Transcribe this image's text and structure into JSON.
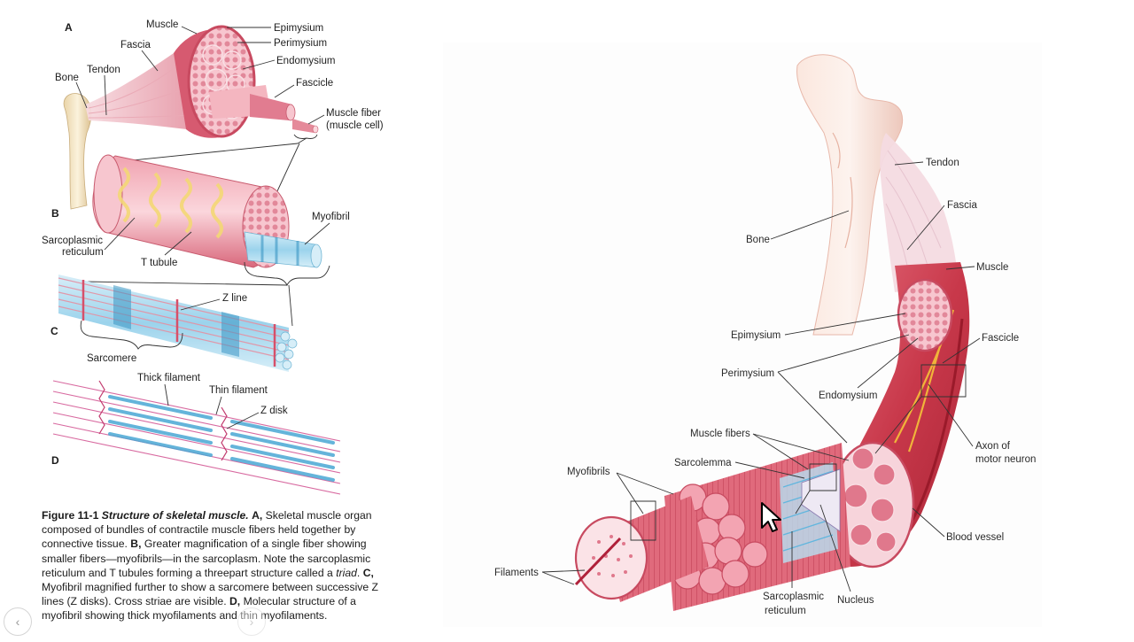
{
  "left_figure": {
    "panels": {
      "a": "A",
      "b": "B",
      "c": "C",
      "d": "D"
    },
    "labels": {
      "muscle": "Muscle",
      "epimysium": "Epimysium",
      "perimysium": "Perimysium",
      "endomysium": "Endomysium",
      "fascia": "Fascia",
      "tendon": "Tendon",
      "bone": "Bone",
      "fascicle": "Fascicle",
      "muscle_fiber_1": "Muscle fiber",
      "muscle_fiber_2": "(muscle cell)",
      "myofibril": "Myofibril",
      "sr_1": "Sarcoplasmic",
      "sr_2": "reticulum",
      "t_tubule": "T tubule",
      "z_line": "Z line",
      "sarcomere": "Sarcomere",
      "thick_filament": "Thick filament",
      "thin_filament": "Thin filament",
      "z_disk": "Z disk"
    },
    "caption": {
      "figure_no": "Figure 11-1",
      "title": "Structure of skeletal muscle.",
      "a_letter": "A,",
      "a_text": "Skeletal muscle organ composed of bundles of contractile muscle fibers held together by connective tissue.",
      "b_letter": "B,",
      "b_text_1": "Greater magnification of a single fiber showing smaller fibers—myofibrils—in the sarcoplasm. Note the sarcoplasmic reticulum and T tubules forming a threepart structure called a",
      "b_term": "triad",
      "b_text_2": ".",
      "c_letter": "C,",
      "c_text": "Myofibril magnified further to show a sarcomere between successive Z lines (Z disks). Cross striae are visible.",
      "d_letter": "D,",
      "d_text": "Molecular structure of a myofibril showing thick myofilaments and thin myofilaments."
    }
  },
  "right_figure": {
    "labels": {
      "tendon": "Tendon",
      "fascia": "Fascia",
      "bone": "Bone",
      "muscle": "Muscle",
      "epimysium": "Epimysium",
      "fascicle": "Fascicle",
      "perimysium": "Perimysium",
      "endomysium": "Endomysium",
      "muscle_fibers": "Muscle fibers",
      "axon_1": "Axon of",
      "axon_2": "motor neuron",
      "sarcolemma": "Sarcolemma",
      "myofibrils": "Myofibrils",
      "blood_vessel": "Blood vessel",
      "filaments": "Filaments",
      "sr_1": "Sarcoplasmic",
      "sr_2": "reticulum",
      "nucleus": "Nucleus"
    }
  },
  "viewer": {
    "prev_icon": "‹",
    "next_icon": "›"
  },
  "colors": {
    "muscle_red": "#c8384a",
    "muscle_pink": "#e58a9a",
    "fascia_pink": "#f2c4cc",
    "bone": "#f1e2c2",
    "myofibril_blue": "#7cc6e6",
    "sr_yellow": "#f3d774",
    "nerve_yellow": "#f0b43a"
  }
}
